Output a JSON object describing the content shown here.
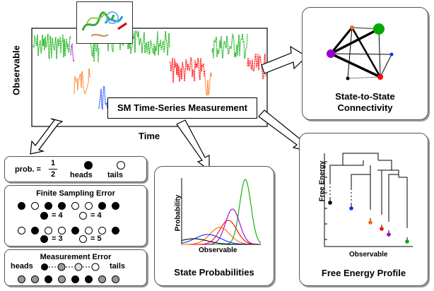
{
  "timeseries": {
    "ylabel": "Observable",
    "xlabel": "Time",
    "caption": "SM Time-Series Measurement",
    "series_colors": [
      "#00aa00",
      "#9900cc",
      "#ff6600",
      "#0033ff",
      "#ff0000"
    ]
  },
  "connectivity": {
    "title_line1": "State-to-State",
    "title_line2": "Connectivity",
    "node_colors": [
      "#ff6600",
      "#00aa00",
      "#9900cc",
      "#0033ff",
      "#ff0000",
      "#000000"
    ]
  },
  "coin": {
    "prob_label": "prob. =",
    "fraction_num": "1",
    "fraction_den": "2",
    "heads": "heads",
    "tails": "tails"
  },
  "finite_sampling": {
    "title": "Finite Sampling Error",
    "row1": [
      1,
      0,
      1,
      1,
      0,
      0,
      1,
      1
    ],
    "row1_filled_count": "= 4",
    "row1_empty_count": "= 4",
    "row2": [
      0,
      1,
      0,
      0,
      1,
      0,
      0,
      1
    ],
    "row2_filled_count": "= 3",
    "row2_empty_count": "= 5"
  },
  "measurement": {
    "title": "Measurement Error",
    "heads": "heads",
    "tails": "tails",
    "row": [
      "g",
      "g",
      "k",
      "g",
      "k",
      "k",
      "g",
      "g"
    ]
  },
  "state_probabilities": {
    "title": "State Probabilities",
    "ylabel": "Probability",
    "xlabel": "Observable",
    "curve_colors": [
      "#00aa00",
      "#9900cc",
      "#ff0000",
      "#ff6600",
      "#0033ff",
      "#000000"
    ]
  },
  "free_energy": {
    "title": "Free Energy Profile",
    "ylabel": "Free Energy",
    "xlabel": "Observable",
    "leaf_colors": [
      "#000000",
      "#0033ff",
      "#ff6600",
      "#ff0000",
      "#9900cc",
      "#00aa00"
    ]
  }
}
